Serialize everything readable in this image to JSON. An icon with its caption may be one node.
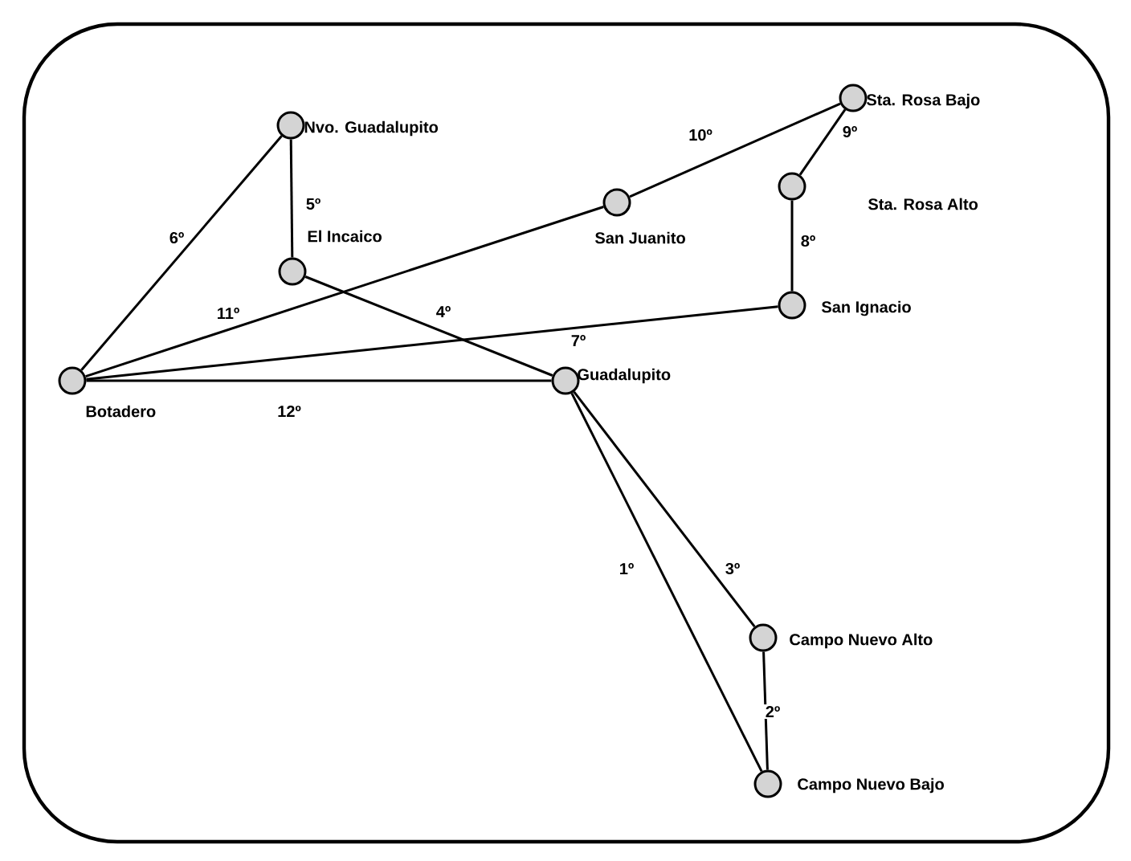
{
  "diagram": {
    "nodes": [
      {
        "text": [],
        "shape": "circle",
        "beside": [
          "Nvo. Guadalupito"
        ]
      },
      {
        "text": [],
        "shape": "circle",
        "beside": [
          "El Incaico"
        ]
      },
      {
        "text": [],
        "shape": "circle",
        "beside": [
          "Sta. Rosa Bajo"
        ]
      },
      {
        "text": [],
        "shape": "circle",
        "beside": [
          "Sta. Rosa Alto"
        ]
      },
      {
        "text": [],
        "shape": "circle",
        "beside": [
          "San Juanito"
        ]
      },
      {
        "text": [],
        "shape": "circle",
        "beside": [
          "San Ignacio"
        ]
      },
      {
        "text": [],
        "shape": "circle",
        "beside": [
          "Botadero"
        ]
      },
      {
        "text": [],
        "shape": "circle",
        "beside": [
          "Guadalupito"
        ]
      },
      {
        "text": [],
        "shape": "circle",
        "beside": [
          "Campo Nuevo Alto"
        ]
      },
      {
        "text": [],
        "shape": "circle",
        "beside": [
          "Campo Nuevo Bajo"
        ]
      }
    ],
    "edges": [
      {
        "from": 6,
        "to": 0,
        "arrow": "none",
        "label": "6º"
      },
      {
        "from": 0,
        "to": 1,
        "arrow": "none",
        "label": "5º"
      },
      {
        "from": 1,
        "to": 7,
        "arrow": "none",
        "label": "4º"
      },
      {
        "from": 6,
        "to": 4,
        "arrow": "none",
        "label": "11º"
      },
      {
        "from": 4,
        "to": 2,
        "arrow": "none",
        "label": "10º"
      },
      {
        "from": 6,
        "to": 5,
        "arrow": "none",
        "label": "7º"
      },
      {
        "from": 6,
        "to": 7,
        "arrow": "none",
        "label": "12º"
      },
      {
        "from": 2,
        "to": 3,
        "arrow": "none",
        "label": "9º"
      },
      {
        "from": 3,
        "to": 5,
        "arrow": "none",
        "label": "8º"
      },
      {
        "from": 7,
        "to": 9,
        "arrow": "none",
        "label": "1º"
      },
      {
        "from": 7,
        "to": 8,
        "arrow": "none",
        "label": "3º"
      },
      {
        "from": 8,
        "to": 9,
        "arrow": "none",
        "label": "2º"
      }
    ]
  }
}
